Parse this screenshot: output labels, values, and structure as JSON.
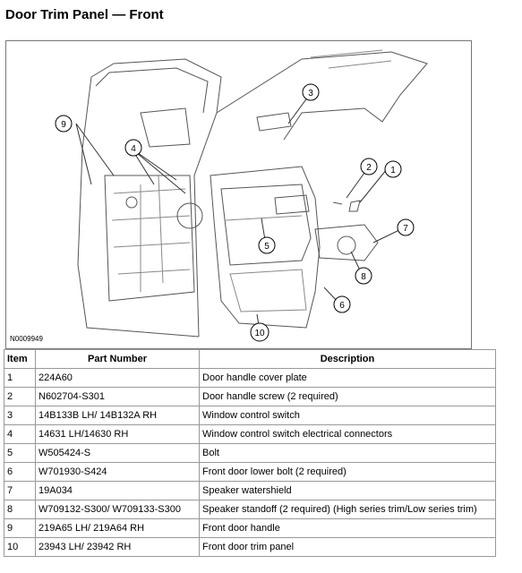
{
  "page": {
    "title": "Door Trim Panel — Front"
  },
  "figure": {
    "id_label": "N0009949",
    "callouts": [
      "1",
      "2",
      "3",
      "4",
      "5",
      "6",
      "7",
      "8",
      "9",
      "10"
    ]
  },
  "table": {
    "headers": [
      "Item",
      "Part Number",
      "Description"
    ],
    "rows": [
      [
        "1",
        "224A60",
        "Door handle cover plate"
      ],
      [
        "2",
        "N602704-S301",
        "Door handle screw (2 required)"
      ],
      [
        "3",
        "14B133B LH/ 14B132A RH",
        "Window control switch"
      ],
      [
        "4",
        "14631 LH/14630 RH",
        "Window control switch electrical connectors"
      ],
      [
        "5",
        "W505424-S",
        "Bolt"
      ],
      [
        "6",
        "W701930-S424",
        "Front door lower bolt (2 required)"
      ],
      [
        "7",
        "19A034",
        "Speaker watershield"
      ],
      [
        "8",
        "W709132-S300/ W709133-S300",
        "Speaker standoff (2 required) (High series trim/Low series trim)"
      ],
      [
        "9",
        "219A65 LH/ 219A64 RH",
        "Front door handle"
      ],
      [
        "10",
        "23943 LH/ 23942 RH",
        "Front door trim panel"
      ]
    ]
  }
}
